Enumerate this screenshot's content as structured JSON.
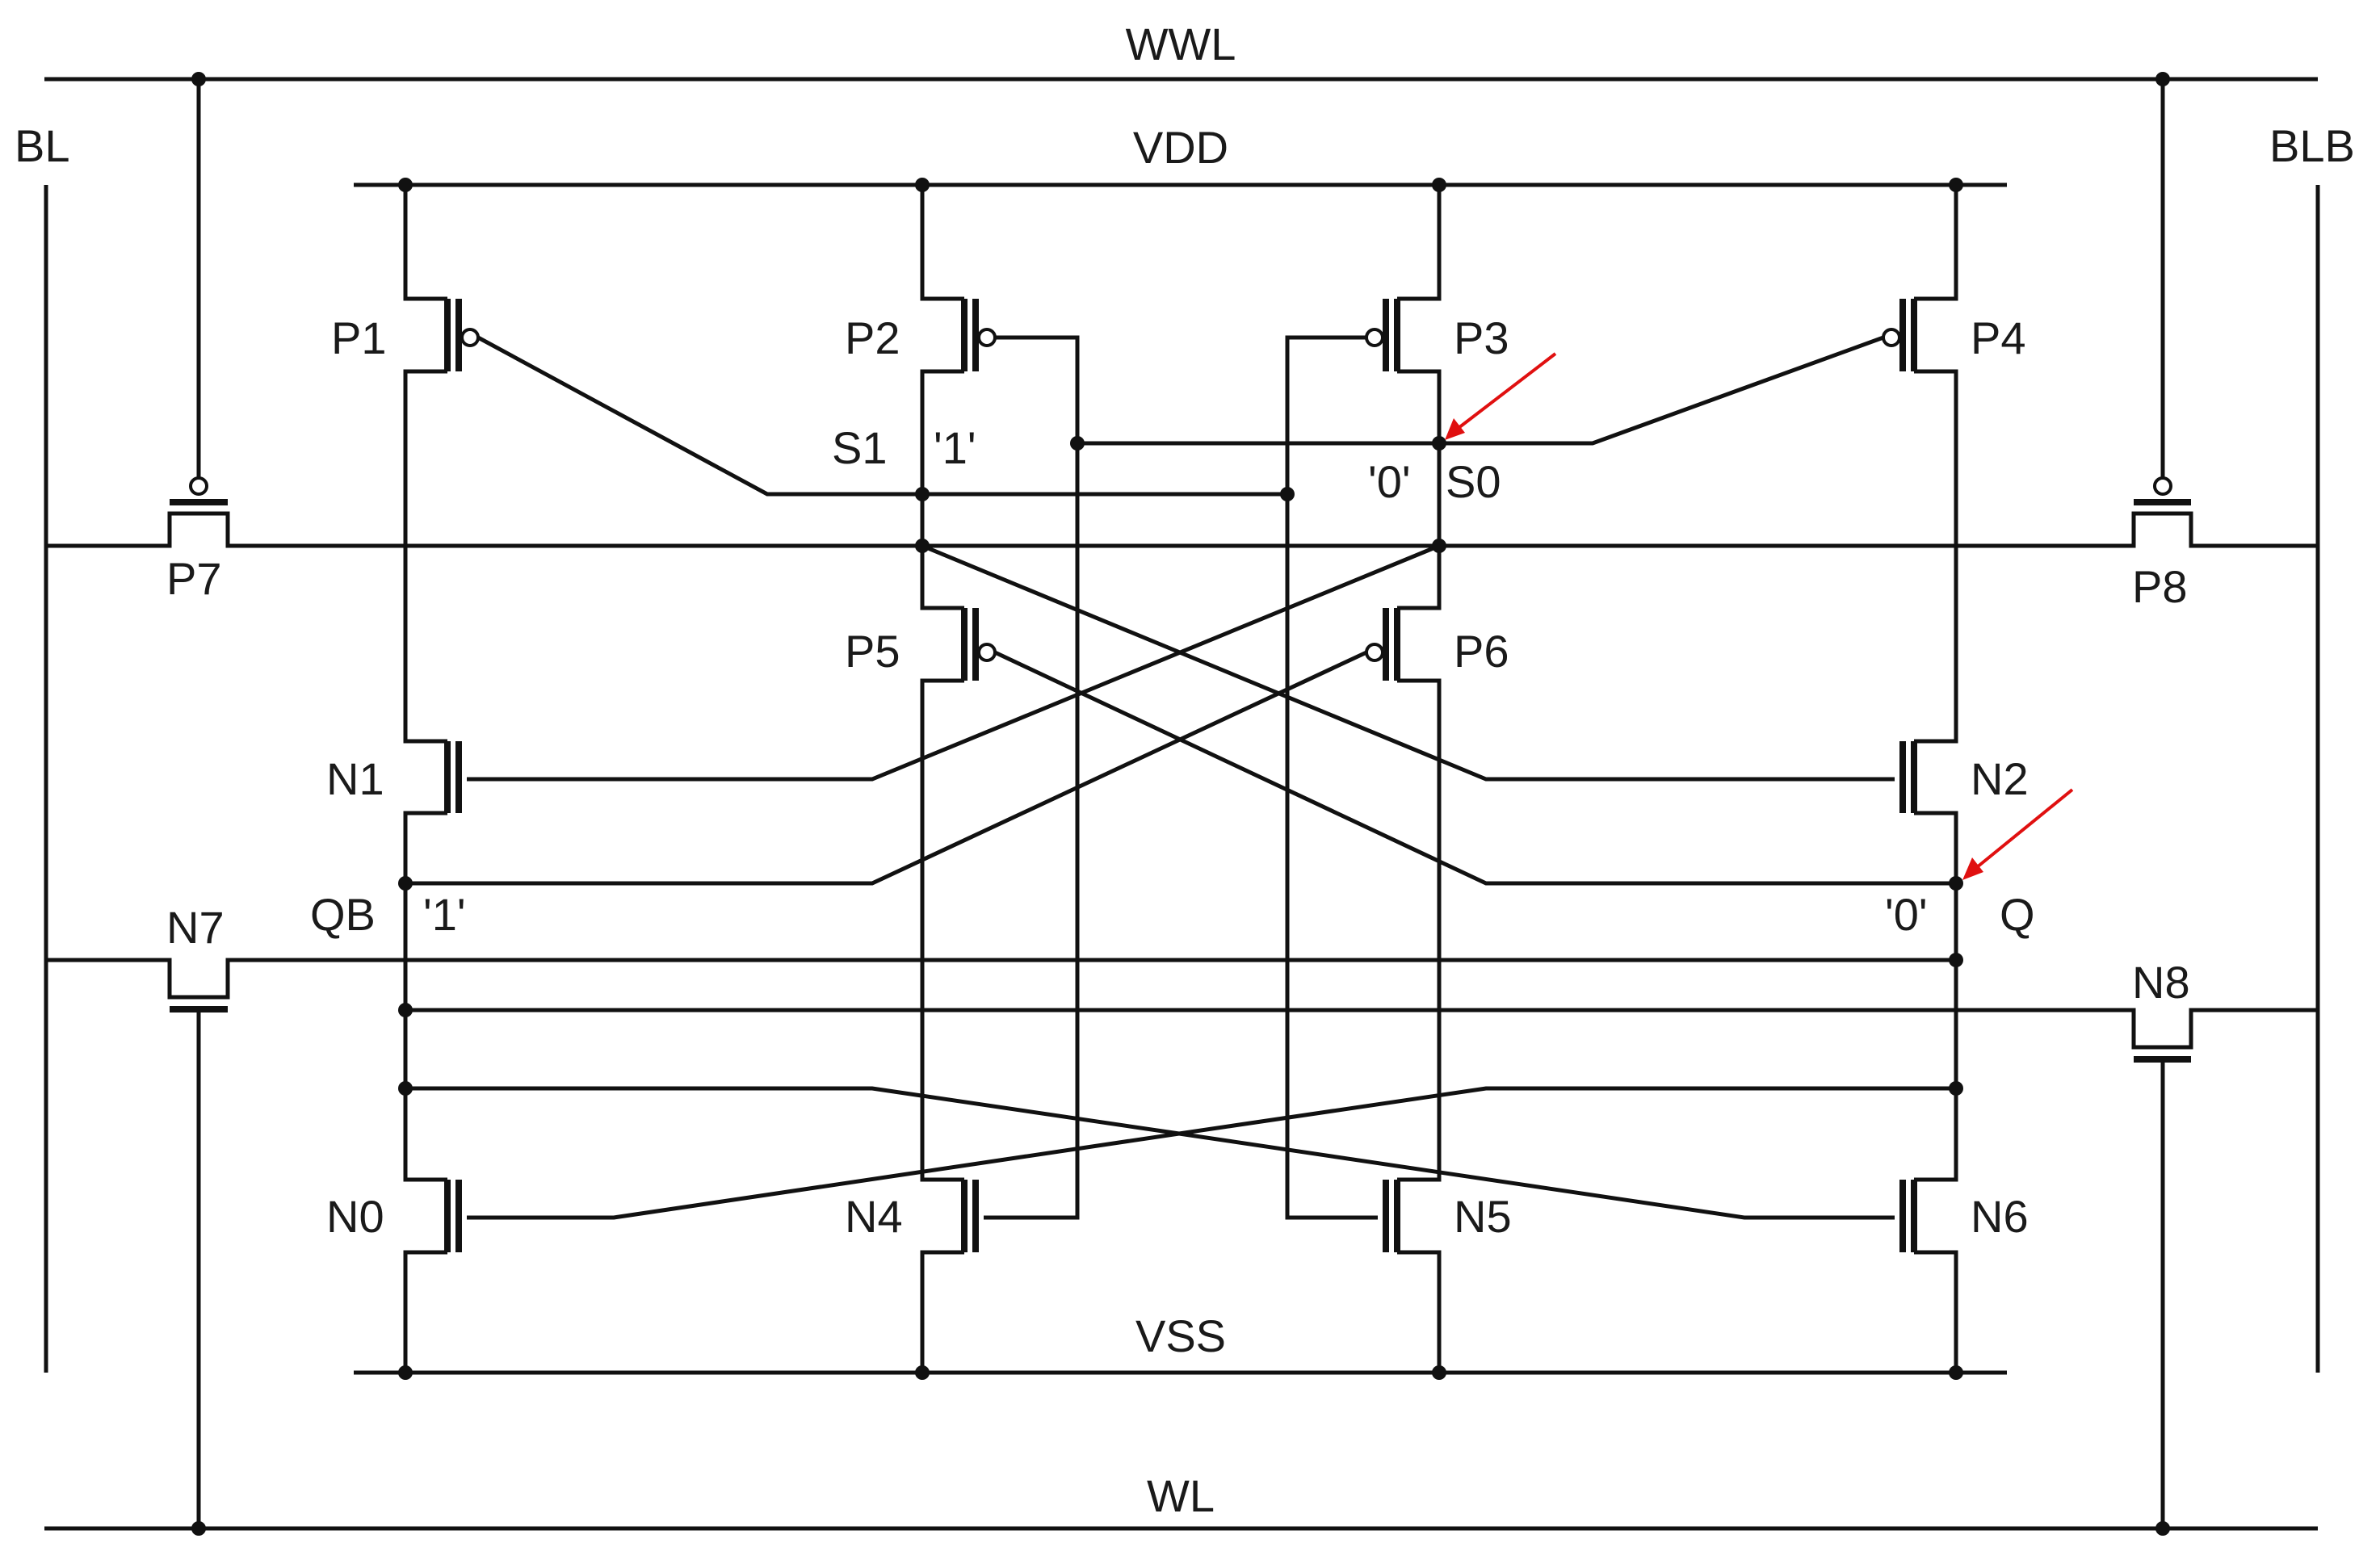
{
  "diagram": {
    "rails": {
      "wwl": "WWL",
      "vdd": "VDD",
      "vss": "VSS",
      "wl": "WL",
      "bl": "BL",
      "blb": "BLB"
    },
    "transistors": {
      "p1": "P1",
      "p2": "P2",
      "p3": "P3",
      "p4": "P4",
      "p5": "P5",
      "p6": "P6",
      "p7": "P7",
      "p8": "P8",
      "n0": "N0",
      "n1": "N1",
      "n2": "N2",
      "n4": "N4",
      "n5": "N5",
      "n6": "N6",
      "n7": "N7",
      "n8": "N8"
    },
    "nodes": {
      "s1": "S1",
      "s1_value": "'1'",
      "s0": "S0",
      "s0_value": "'0'",
      "qb": "QB",
      "qb_value": "'1'",
      "q": "Q",
      "q_value": "'0'"
    },
    "colors": {
      "wire": "#111111",
      "arrow": "#e01010"
    }
  }
}
